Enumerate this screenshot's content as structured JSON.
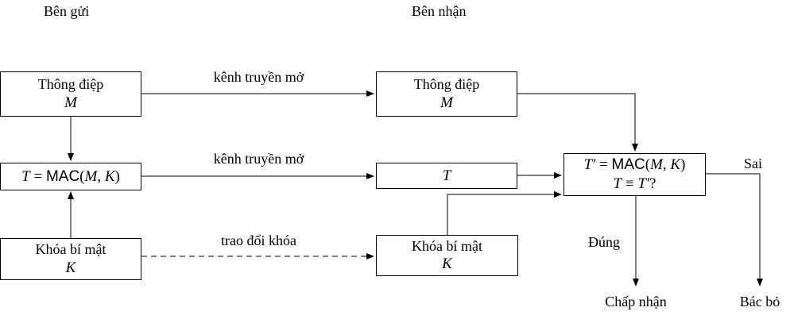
{
  "page": {
    "background_color": "#ffffff",
    "ink_color": "#000000"
  },
  "headers": {
    "sender": "Bên gửi",
    "receiver": "Bên nhận"
  },
  "channel_labels": {
    "open_channel_message": "kênh truyền mở",
    "open_channel_tag": "kênh truyền mở",
    "key_exchange": "trao đổi khóa"
  },
  "boxes": {
    "sender_message": {
      "line1": "Thông điệp",
      "math": [
        [
          "M",
          "i"
        ]
      ]
    },
    "sender_mac": {
      "math": [
        [
          "T",
          "i"
        ],
        [
          " = ",
          ""
        ],
        [
          "MAC",
          "s"
        ],
        [
          "(",
          ""
        ],
        [
          "M",
          "i"
        ],
        [
          ", ",
          ""
        ],
        [
          "K",
          "i"
        ],
        [
          ")",
          ""
        ]
      ]
    },
    "sender_key": {
      "line1": "Khóa bí mật",
      "math": [
        [
          "K",
          "i"
        ]
      ]
    },
    "receiver_message": {
      "line1": "Thông điệp",
      "math": [
        [
          "M",
          "i"
        ]
      ]
    },
    "receiver_tag": {
      "math": [
        [
          "T",
          "i"
        ]
      ]
    },
    "receiver_key": {
      "line1": "Khóa bí mật",
      "math": [
        [
          "K",
          "i"
        ]
      ]
    },
    "verify": {
      "math_line1": [
        [
          "T′",
          "i"
        ],
        [
          " = ",
          ""
        ],
        [
          "MAC",
          "s"
        ],
        [
          "(",
          ""
        ],
        [
          "M",
          "i"
        ],
        [
          ", ",
          ""
        ],
        [
          "K",
          "i"
        ],
        [
          ")",
          ""
        ]
      ],
      "math_line2": [
        [
          "T",
          "i"
        ],
        [
          " ≡ ",
          ""
        ],
        [
          "T′",
          "i"
        ],
        [
          "?",
          ""
        ]
      ]
    }
  },
  "branch_labels": {
    "fail": "Sai",
    "success": "Đúng",
    "accept": "Chấp nhận",
    "reject": "Bác bỏ"
  }
}
